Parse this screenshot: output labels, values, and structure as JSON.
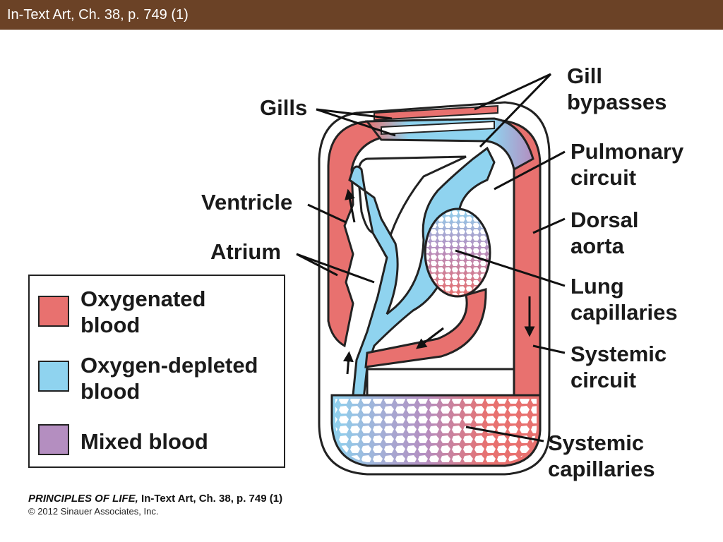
{
  "header": {
    "title": "In-Text Art, Ch. 38, p. 749 (1)"
  },
  "colors": {
    "oxygenated": "#e8716f",
    "depleted": "#8fd3ef",
    "mixed": "#b48ec0",
    "header_bg": "#6b4226"
  },
  "diagram": {
    "labels": {
      "gills": "Gills",
      "gill_bypasses": [
        "Gill",
        "bypasses"
      ],
      "pulmonary_circuit": [
        "Pulmonary",
        "circuit"
      ],
      "ventricle": "Ventricle",
      "atrium": "Atrium",
      "dorsal_aorta": [
        "Dorsal",
        "aorta"
      ],
      "lung_capillaries": [
        "Lung",
        "capillaries"
      ],
      "systemic_circuit": [
        "Systemic",
        "circuit"
      ],
      "systemic_capillaries": [
        "Systemic",
        "capillaries"
      ]
    }
  },
  "legend": {
    "items": [
      {
        "label_lines": [
          "Oxygenated",
          "blood"
        ],
        "color_key": "oxygenated"
      },
      {
        "label_lines": [
          "Oxygen-depleted",
          "blood"
        ],
        "color_key": "depleted"
      },
      {
        "label_lines": [
          "Mixed blood"
        ],
        "color_key": "mixed"
      }
    ]
  },
  "footer": {
    "book": "PRINCIPLES OF LIFE,",
    "reference": " In-Text Art, Ch. 38, p. 749 (1)",
    "copyright": "© 2012 Sinauer Associates, Inc."
  }
}
